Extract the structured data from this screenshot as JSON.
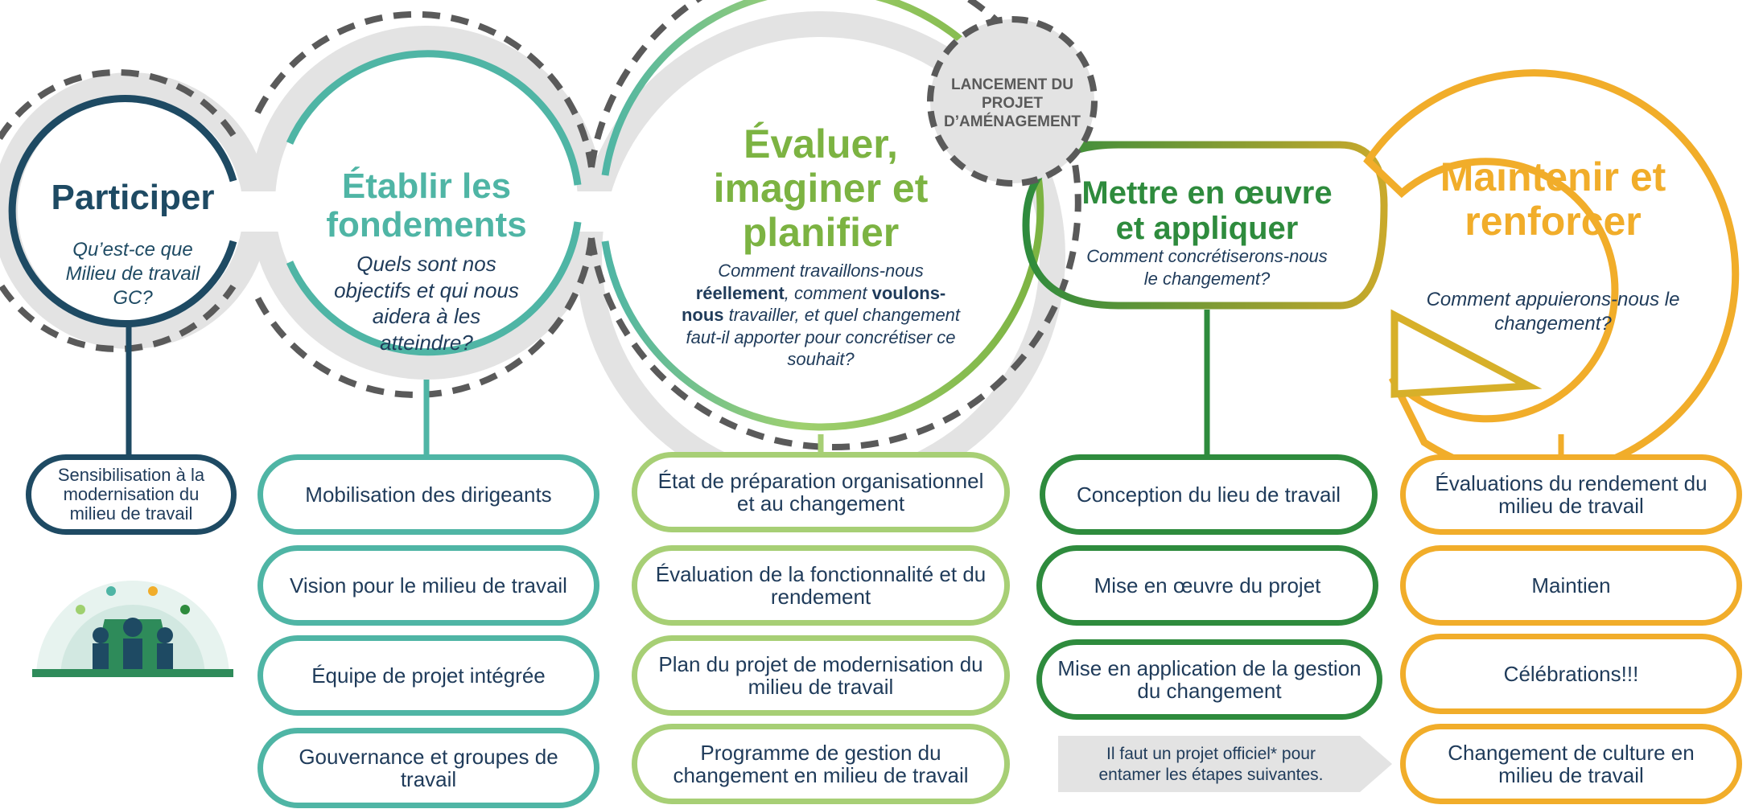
{
  "colors": {
    "participer": "#1e4a63",
    "fondements": "#4fb5a5",
    "evaluer": "#7cb342",
    "mettre": "#2e8b3d",
    "maintenir": "#f1ad2a",
    "dashed": "#5a5a5a",
    "halo": "#e3e3e3"
  },
  "phases": {
    "participer": {
      "title": "Participer",
      "question": "Qu’est-ce que Milieu de travail GC?",
      "items": [
        "Sensibilisation à la modernisation du milieu de travail"
      ]
    },
    "fondements": {
      "title": "Établir les fondements",
      "question": "Quels sont nos objectifs et qui nous aidera à les atteindre?",
      "items": [
        "Mobilisation des dirigeants",
        "Vision pour le milieu de travail",
        "Équipe de projet intégrée",
        "Gouvernance et groupes de travail"
      ]
    },
    "evaluer": {
      "title": "Évaluer, imaginer et planifier",
      "question_a": "Comment travaillons-nous",
      "question_b": "réellement",
      "question_c": ", comment ",
      "question_d": "voulons-nous",
      "question_e": " travailler, et quel changement faut-il apporter pour concrétiser ce souhait?",
      "items": [
        "État de préparation organisationnel et au changement",
        "Évaluation de la fonctionnalité et du rendement",
        "Plan du projet de modernisation du milieu de travail",
        "Programme de gestion du changement en milieu de travail"
      ]
    },
    "mettre": {
      "title": "Mettre en œuvre et appliquer",
      "question": "Comment concrétiserons-nous le changement?",
      "items": [
        "Conception du lieu de travail",
        "Mise en œuvre du projet",
        "Mise en application de la gestion du changement"
      ]
    },
    "maintenir": {
      "title": "Maintenir et renforcer",
      "question": "Comment appuierons-nous le changement?",
      "items": [
        "Évaluations du rendement du milieu de travail",
        "Maintien",
        "Célébrations!!!",
        "Changement de culture en milieu de travail"
      ]
    }
  },
  "launch": "LANCEMENT DU PROJET D’AMÉNAGEMENT",
  "note": "Il faut un projet officiel* pour entamer les étapes suivantes."
}
